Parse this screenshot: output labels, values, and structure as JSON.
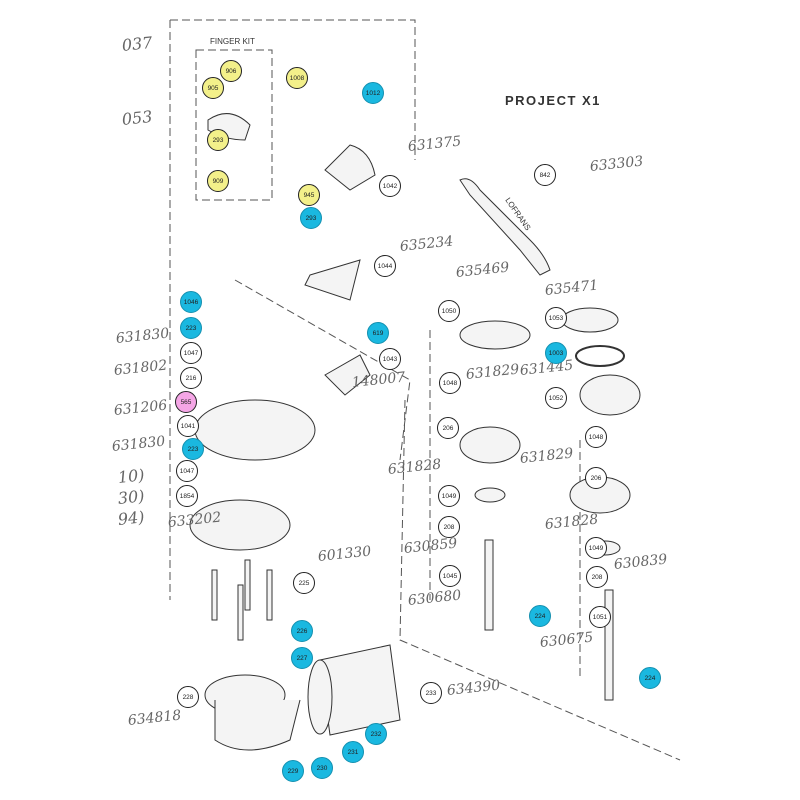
{
  "title": "PROJECT X1",
  "finger_kit_label": "FINGER KIT",
  "colors": {
    "yellow": "#f3f08a",
    "blue": "#1ab8e0",
    "pink": "#f5a6e6",
    "line": "#333333"
  },
  "callouts": [
    {
      "label": "906",
      "color": "yellow"
    },
    {
      "label": "905",
      "color": "yellow"
    },
    {
      "label": "1008",
      "color": "yellow"
    },
    {
      "label": "293",
      "color": "yellow"
    },
    {
      "label": "909",
      "color": "yellow"
    },
    {
      "label": "945",
      "color": "yellow"
    },
    {
      "label": "1012",
      "color": "blue"
    },
    {
      "label": "293",
      "color": "blue"
    },
    {
      "label": "1046",
      "color": "blue"
    },
    {
      "label": "223",
      "color": "blue"
    },
    {
      "label": "619",
      "color": "blue"
    },
    {
      "label": "1003",
      "color": "blue"
    },
    {
      "label": "223",
      "color": "blue"
    },
    {
      "label": "226",
      "color": "blue"
    },
    {
      "label": "227",
      "color": "blue"
    },
    {
      "label": "224",
      "color": "blue"
    },
    {
      "label": "224",
      "color": "blue"
    },
    {
      "label": "232",
      "color": "blue"
    },
    {
      "label": "231",
      "color": "blue"
    },
    {
      "label": "230",
      "color": "blue"
    },
    {
      "label": "229",
      "color": "blue"
    },
    {
      "label": "565",
      "color": "pink"
    },
    {
      "label": "1042",
      "color": "white"
    },
    {
      "label": "1044",
      "color": "white"
    },
    {
      "label": "1043",
      "color": "white"
    },
    {
      "label": "842",
      "color": "white"
    },
    {
      "label": "1050",
      "color": "white"
    },
    {
      "label": "1053",
      "color": "white"
    },
    {
      "label": "1052",
      "color": "white"
    },
    {
      "label": "1048",
      "color": "white"
    },
    {
      "label": "206",
      "color": "white"
    },
    {
      "label": "1048",
      "color": "white"
    },
    {
      "label": "206",
      "color": "white"
    },
    {
      "label": "1049",
      "color": "white"
    },
    {
      "label": "208",
      "color": "white"
    },
    {
      "label": "1049",
      "color": "white"
    },
    {
      "label": "208",
      "color": "white"
    },
    {
      "label": "1045",
      "color": "white"
    },
    {
      "label": "1051",
      "color": "white"
    },
    {
      "label": "225",
      "color": "white"
    },
    {
      "label": "228",
      "color": "white"
    },
    {
      "label": "233",
      "color": "white"
    },
    {
      "label": "1047",
      "color": "white"
    },
    {
      "label": "216",
      "color": "white"
    },
    {
      "label": "1041",
      "color": "white"
    },
    {
      "label": "1047",
      "color": "white"
    },
    {
      "label": "1854",
      "color": "white"
    }
  ],
  "handwritten": [
    "631375",
    "633303",
    "635234",
    "148007",
    "635469",
    "635471",
    "631829",
    "631445",
    "631829",
    "631828",
    "630859",
    "631828",
    "630839",
    "630680",
    "630675",
    "601330",
    "634390",
    "634818",
    "633202",
    "631830",
    "631802",
    "631206",
    "631830",
    "037",
    "053",
    "10)",
    "30)",
    "94)"
  ],
  "lever_text": "LOFRANS"
}
